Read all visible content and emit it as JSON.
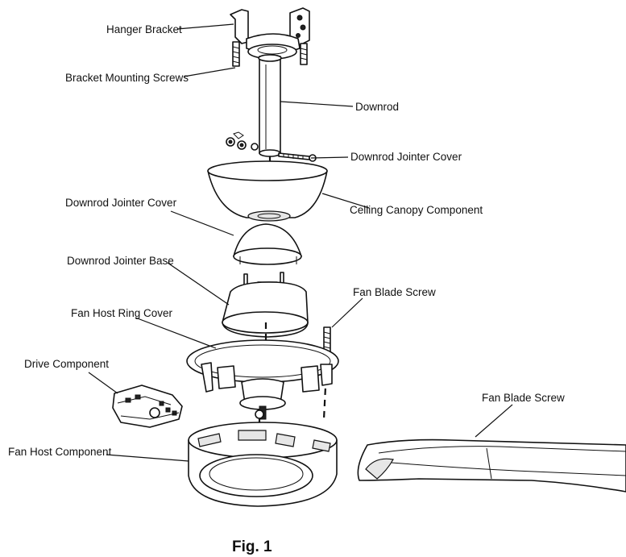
{
  "figure_caption": "Fig. 1",
  "labels": {
    "hanger_bracket": "Hanger Bracket",
    "bracket_mounting_screws": "Bracket Mounting Screws",
    "downrod": "Downrod",
    "downrod_jointer_cover_top": "Downrod Jointer Cover",
    "ceiling_canopy_component": "Celling Canopy Component",
    "downrod_jointer_cover": "Downrod Jointer Cover",
    "downrod_jointer_base": "Downrod Jointer Base",
    "fan_blade_screw": "Fan Blade Screw",
    "fan_host_ring_cover": "Fan Host Ring Cover",
    "drive_component": "Drive Component",
    "fan_blade_screw_right": "Fan Blade Screw",
    "fan_host_component": "Fan Host Component"
  }
}
